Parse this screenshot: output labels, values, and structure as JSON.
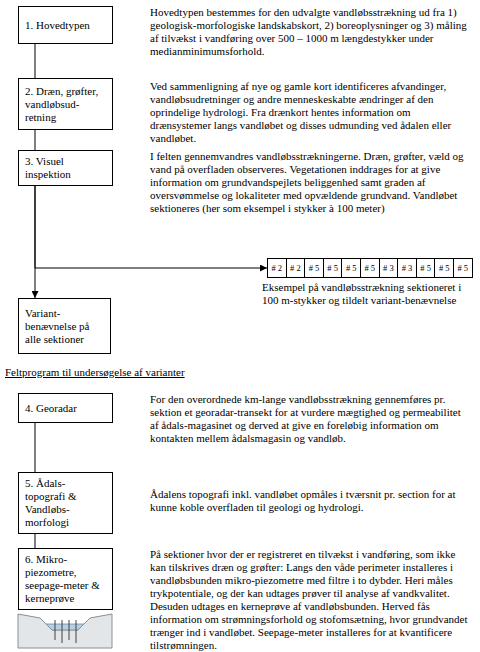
{
  "diagram": {
    "nodes": [
      {
        "text": [
          "1. Hovedtypen"
        ]
      },
      {
        "text": [
          "2. Dræn, grøfter, vandløbsud- retning"
        ]
      },
      {
        "text": [
          "3. Visuel inspektion"
        ]
      },
      {
        "text": [
          "# 2"
        ]
      },
      {
        "text": [
          "# 2"
        ]
      },
      {
        "text": [
          "# 5"
        ]
      },
      {
        "text": [
          "# 5"
        ]
      },
      {
        "text": [
          "# 5"
        ]
      },
      {
        "text": [
          "# 5"
        ]
      },
      {
        "text": [
          "# 3"
        ]
      },
      {
        "text": [
          "# 3"
        ]
      },
      {
        "text": [
          "# 5"
        ]
      },
      {
        "text": [
          "# 5"
        ]
      },
      {
        "text": [
          "# 5"
        ]
      },
      {
        "text": [
          "Variant- benævnelse på alle sektioner"
        ]
      },
      {
        "text": [
          "4. Georadar"
        ]
      },
      {
        "text": [
          "5. Ådals- topografi & Vandløbs- morfologi"
        ]
      },
      {
        "text": [
          "6. Mikro- piezometre, seepage-meter & kerneprøve"
        ]
      }
    ],
    "edges": [
      {
        "from": 0,
        "to": 1,
        "arrow": "none"
      },
      {
        "from": 1,
        "to": 2,
        "arrow": "none"
      },
      {
        "from": 2,
        "to": 3,
        "arrow": "to"
      },
      {
        "from": 2,
        "to": 14,
        "arrow": "to"
      },
      {
        "from": 15,
        "to": 16,
        "arrow": "none"
      },
      {
        "from": 16,
        "to": 17,
        "arrow": "none"
      }
    ],
    "labels": [
      "Hovedtypen bestemmes for den udvalgte vandløbsstrækning ud fra 1) geologisk-morfologiske landskabskort, 2) boreoplysninger og 3) måling af tilvækst i vandføring over 500 – 1000 m længdestykker under medianminimumsforhold.",
      "Ved sammenligning af nye og gamle kort identificeres afvandinger, vandløbsudretninger og andre menneskeskabte ændringer af den oprindelige hydrologi. Fra drænkort hentes information om drænsystemer langs vandløbet og disses udmunding ved ådalen eller vandløbet.",
      "I felten gennemvandres vandløbsstrækningerne. Dræn, grøfter, væld og vand på overfladen observeres. Vegetationen inddrages for at give information om grundvandspejlets beliggenhed samt graden af oversvømmelse og lokaliteter med opvældende grundvand. Vandløbet sektioneres (her som eksempel i stykker à 100 meter)",
      "Eksempel på vandløbsstrækning sektioneret i 100 m-stykker og tildelt variant-benævnelse",
      "Feltprogram til undersøgelse af varianter",
      "For den overordnede km-lange vandløbsstrækning gennemføres pr. sektion et georadar-transekt for at vurdere mægtighed og permeabilitet af ådals-magasinet og derved at give en foreløbig information om kontakten mellem ådalsmagasin og vandløb.",
      "Ådalens topografi inkl. vandløbet opmåles i tværsnit pr. section for at kunne koble overfladen til geologi og hydrologi.",
      "På sektioner hvor der er registreret en tilvækst i vandføring, som ikke kan tilskrives dræn og grøfter: Langs den våde perimeter installeres i vandløbsbunden mikro-piezometre med filtre i to dybder. Heri måles trykpotentiale, og der kan udtages prøver til analyse af vandkvalitet. Desuden udtages en kerneprøve af vandløbsbunden. Herved fås information om strømningsforhold og stofomsætning, hvor grundvandet trænger ind i vandløbet. Seepage-meter installeres for at kvantificere tilstrømningen."
    ]
  }
}
